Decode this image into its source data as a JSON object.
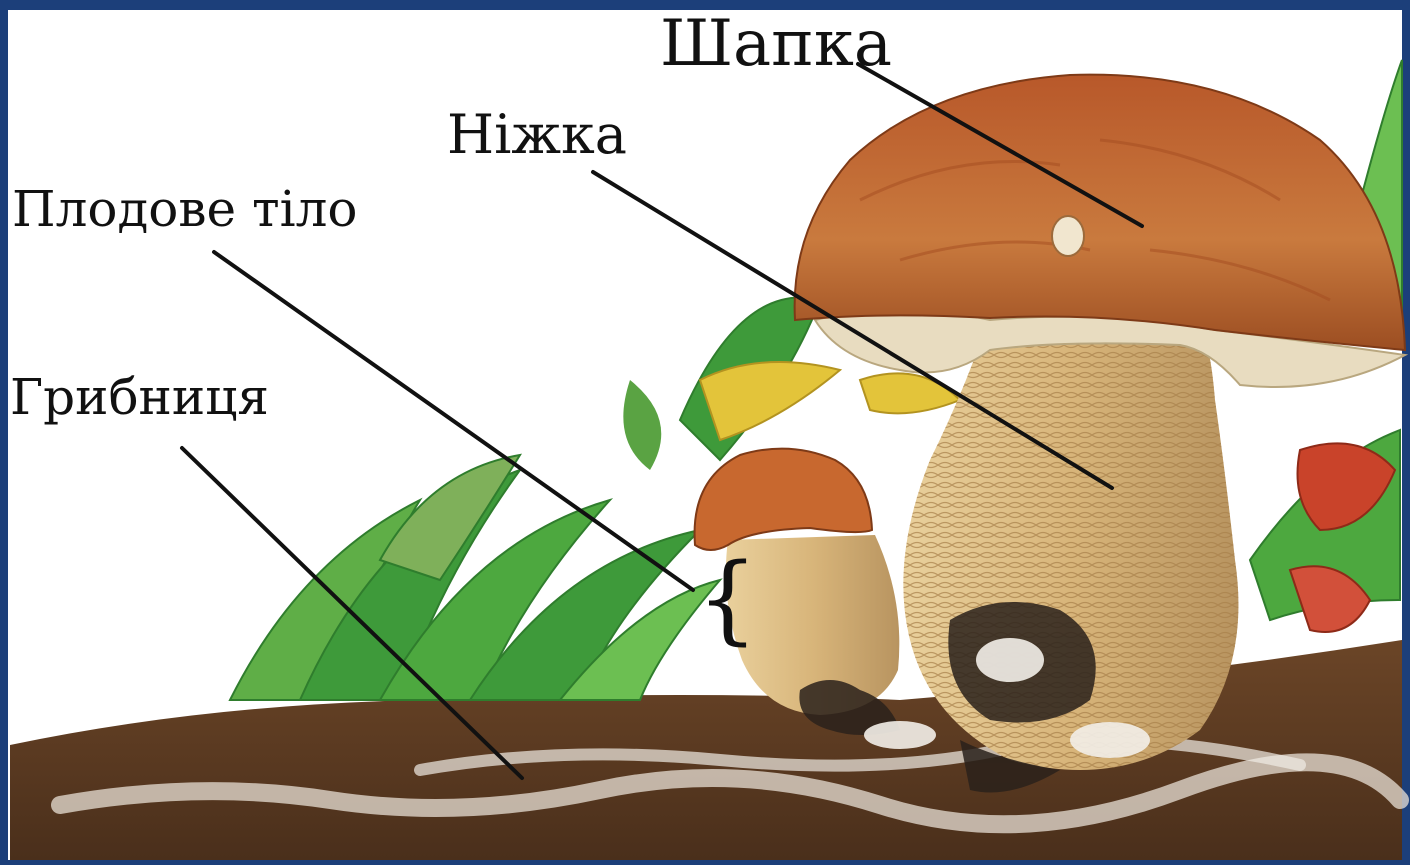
{
  "labels": {
    "cap": "Шапка",
    "stem": "Ніжка",
    "fruiting_body": "Плодове тіло",
    "mycelium": "Грибниця"
  },
  "colors": {
    "frame": "#1c3f7a",
    "background": "#ffffff",
    "cap": "#c2652c",
    "stem": "#d9b77f",
    "soil": "#5b3a22",
    "grass": "#3e9a3a"
  }
}
